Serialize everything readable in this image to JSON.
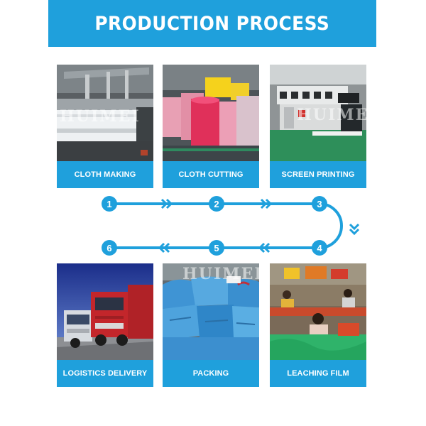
{
  "header": {
    "title": "PRODUCTION PROCESS"
  },
  "steps": [
    {
      "number": "1",
      "label": "CLOTH MAKING",
      "photo_icon": "nonwoven-machine-photo"
    },
    {
      "number": "2",
      "label": "CLOTH CUTTING",
      "photo_icon": "fabric-rolls-photo"
    },
    {
      "number": "3",
      "label": "SCREEN PRINTING",
      "photo_icon": "printing-machine-photo"
    },
    {
      "number": "4",
      "label": "LEACHING FILM",
      "photo_icon": "workers-sewing-photo"
    },
    {
      "number": "5",
      "label": "PACKING",
      "photo_icon": "packed-bales-photo"
    },
    {
      "number": "6",
      "label": "LOGISTICS DELIVERY",
      "photo_icon": "delivery-trucks-photo"
    }
  ],
  "watermark": "HUIMEI",
  "colors": {
    "accent": "#1fa0dc",
    "text": "#ffffff"
  }
}
